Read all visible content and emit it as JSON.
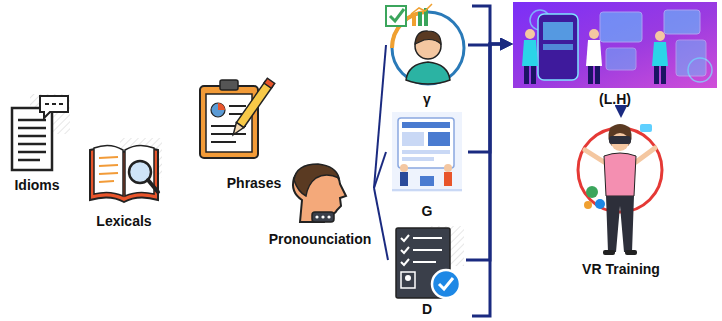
{
  "diagram": {
    "nodes": [
      {
        "text": [
          "Idioms"
        ]
      },
      {
        "text": [
          "Lexicals"
        ]
      },
      {
        "text": [
          "Phrases"
        ]
      },
      {
        "text": [
          "Pronounciation"
        ]
      },
      {
        "text": [
          "γ"
        ]
      },
      {
        "text": [
          "G"
        ]
      },
      {
        "text": [
          "D"
        ]
      },
      {
        "text": [
          "(L.H)"
        ]
      },
      {
        "text": [
          "VR Training"
        ]
      }
    ],
    "edges": [
      {
        "from": 3,
        "to": 4,
        "arrow": "none"
      },
      {
        "from": 3,
        "to": 5,
        "arrow": "none"
      },
      {
        "from": 3,
        "to": 6,
        "arrow": "none"
      },
      {
        "from": 4,
        "to": 7,
        "arrow": "to"
      },
      {
        "from": 5,
        "to": 7,
        "arrow": "to"
      },
      {
        "from": 6,
        "to": 7,
        "arrow": "to"
      },
      {
        "from": 7,
        "to": 8,
        "arrow": "to"
      }
    ]
  }
}
